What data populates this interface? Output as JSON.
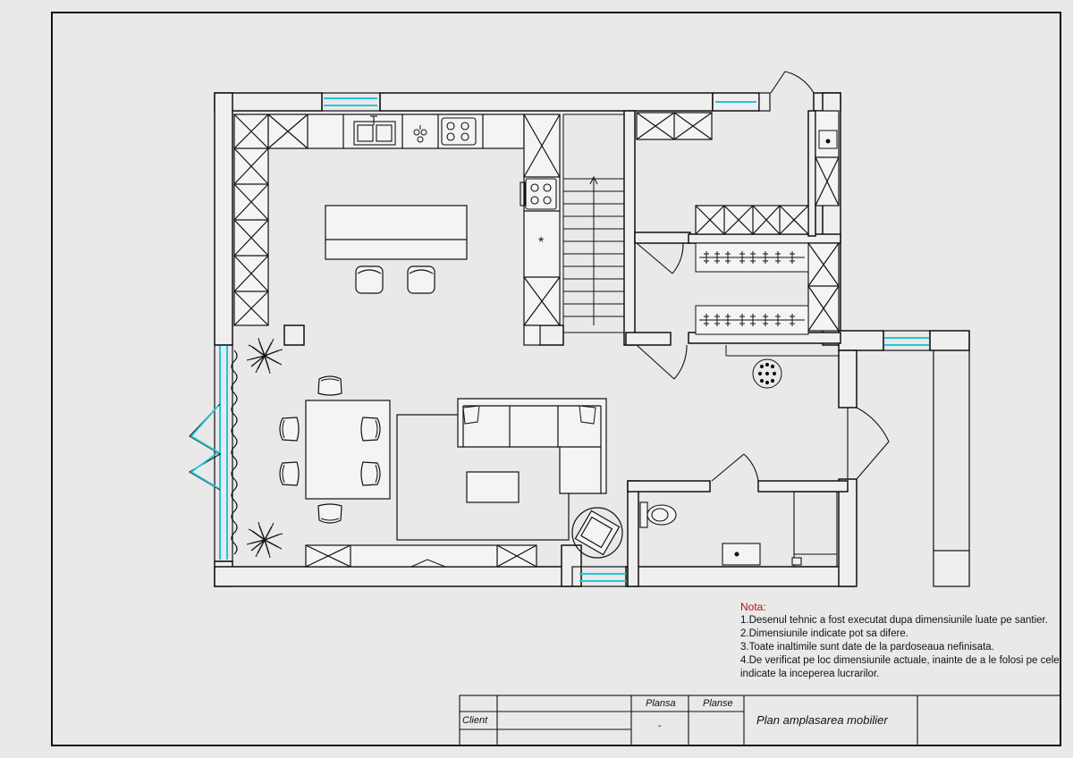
{
  "notes": {
    "title": "Nota:",
    "items": [
      "1.Desenul tehnic a fost executat dupa dimensiunile luate pe santier.",
      "2.Dimensiunile indicate pot sa difere.",
      "3.Toate inaltimile sunt date de la pardoseaua nefinisata.",
      "4.De verificat pe loc dimensiunile actuale, inainte de a le folosi pe cele indicate la inceperea lucrarilor."
    ]
  },
  "title_block": {
    "client_label": "Client",
    "plansa_label": "Plansa",
    "plansa_value": "-",
    "planse_label": "Planse",
    "drawing_title": "Plan amplasarea mobilier"
  },
  "colors": {
    "line": "#111111",
    "background": "#e9e9e9",
    "glass": "#20c8d8",
    "note_title": "#c01010"
  },
  "icons": [
    "sink-icon",
    "faucet-icon",
    "cooktop-icon",
    "plant-icon",
    "chair-icon",
    "armchair-icon",
    "toilet-icon",
    "washbasin-icon",
    "rug-icon"
  ]
}
